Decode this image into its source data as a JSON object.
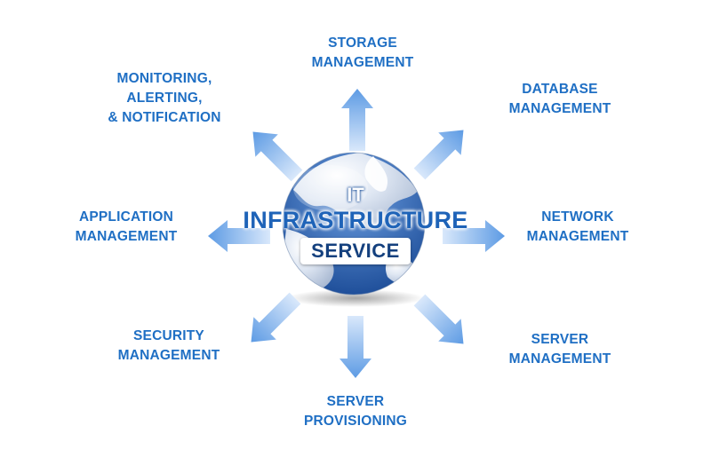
{
  "center": {
    "line1": "IT",
    "line2": "INFRASTRUCTURE",
    "line3": "SERVICE"
  },
  "nodes": {
    "storage": {
      "line1": "STORAGE",
      "line2": "MANAGEMENT"
    },
    "database": {
      "line1": "DATABASE",
      "line2": "MANAGEMENT"
    },
    "monitoring": {
      "line1": "MONITORING,",
      "line2": "ALERTING,",
      "line3": "& NOTIFICATION"
    },
    "application": {
      "line1": "APPLICATION",
      "line2": "MANAGEMENT"
    },
    "network": {
      "line1": "NETWORK",
      "line2": "MANAGEMENT"
    },
    "security": {
      "line1": "SECURITY",
      "line2": "MANAGEMENT"
    },
    "server": {
      "line1": "SERVER",
      "line2": "MANAGEMENT"
    },
    "provisioning": {
      "line1": "SERVER",
      "line2": "PROVISIONING"
    }
  },
  "colors": {
    "label": "#1f6fc4",
    "arrow": "#6ea6e8",
    "globe_dark": "#2f66b3",
    "globe_light": "#e8eef7"
  }
}
